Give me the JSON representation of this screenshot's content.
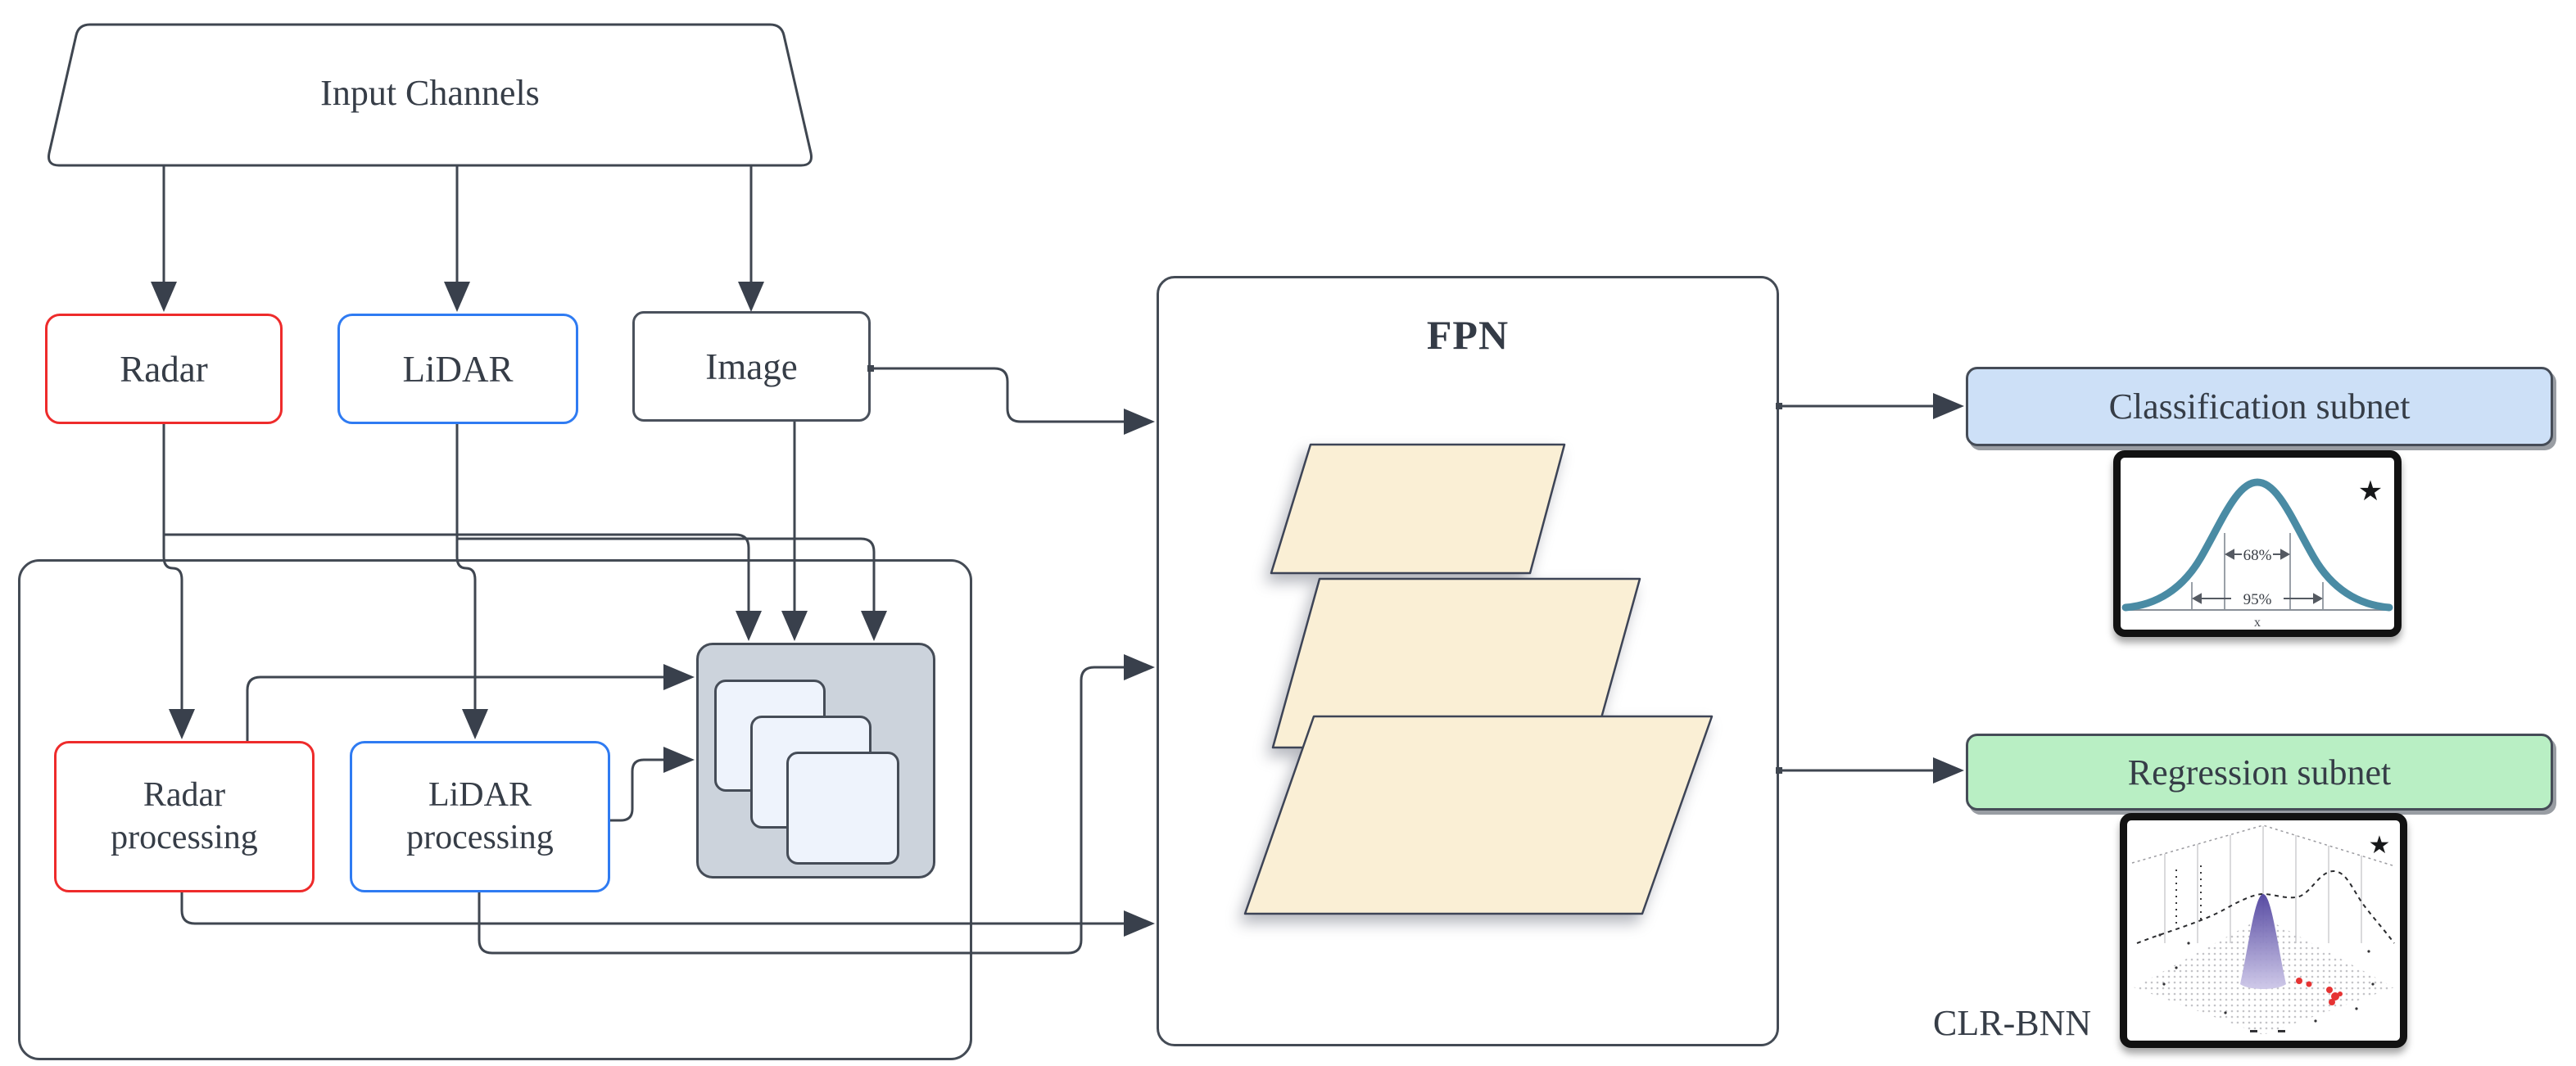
{
  "nodes": {
    "input_channels": {
      "label": "Input Channels"
    },
    "radar": {
      "label": "Radar"
    },
    "lidar": {
      "label": "LiDAR"
    },
    "image": {
      "label": "Image"
    },
    "radar_processing": {
      "label": "Radar\nprocessing"
    },
    "lidar_processing": {
      "label": "LiDAR\nprocessing"
    },
    "fpn": {
      "label": "FPN"
    },
    "classification_subnet": {
      "label": "Classification subnet"
    },
    "regression_subnet": {
      "label": "Regression subnet"
    }
  },
  "caption": {
    "label": "CLR-BNN"
  },
  "figures": {
    "gaussian": {
      "sigma1_label": "68%",
      "sigma2_label": "95%",
      "x_axis_label": "x",
      "star": "★"
    },
    "surface_plot": {
      "star": "★"
    }
  },
  "colors": {
    "line": "#3f4650",
    "radar_accent": "#ee2b2b",
    "lidar_accent": "#2f7bf2",
    "classification_fill": "#cde0f7",
    "regression_fill": "#b9efc4",
    "feature_stack_fill": "#ccd3dc",
    "feature_tile_fill": "#eef3fc",
    "pyramid_fill": "#faefd5",
    "gaussian_curve": "#4a8ba4",
    "peak_purple": "#5b4ea8",
    "scatter_red": "#e63333"
  }
}
